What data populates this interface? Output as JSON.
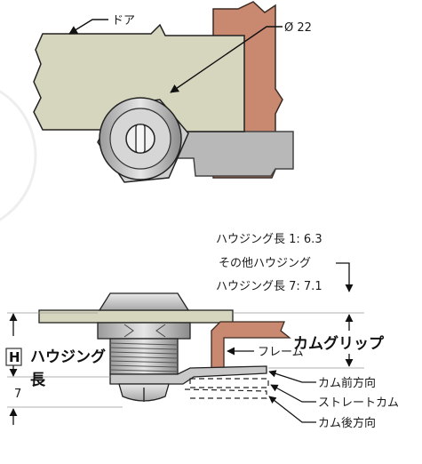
{
  "top_view": {
    "door_label": "ドア",
    "diameter_label": "Ø 22"
  },
  "side_view": {
    "housing_short": "ハウジング長 1: 6.3",
    "housing_other": "その他ハウジング",
    "housing_long": "ハウジング長 7: 7.1",
    "h_box": "H",
    "housing_length_line1": "ハウジング",
    "housing_length_line2": "長",
    "cam_grip": "カムグリップ",
    "frame": "フレーム",
    "cam_forward": "カム前方向",
    "straight_cam": "ストレートカム",
    "cam_rear": "カム後方向",
    "dim_7": "7"
  },
  "colors": {
    "door_fill": "#d6d5bd",
    "frame_fill": "#c98870",
    "metal": "#c9c9c9",
    "shadow": "#b4b4b4"
  }
}
